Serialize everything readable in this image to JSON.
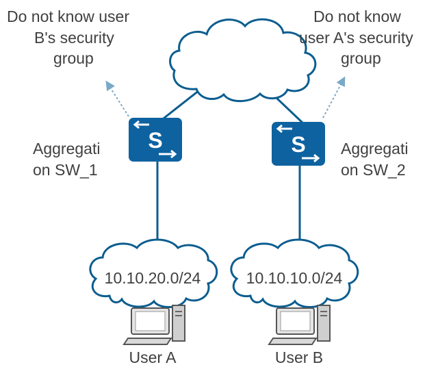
{
  "nodes": {
    "sw1": {
      "label_line1": "Aggregati",
      "label_line2": "on SW_1",
      "symbol": "S"
    },
    "sw2": {
      "label_line1": "Aggregati",
      "label_line2": "on SW_2",
      "symbol": "S"
    },
    "user_a": {
      "label": "User A",
      "subnet": "10.10.20.0/24"
    },
    "user_b": {
      "label": "User B",
      "subnet": "10.10.10.0/24"
    }
  },
  "notes": {
    "left": {
      "line1": "Do not know user",
      "line2": "B's security",
      "line3": "group"
    },
    "right": {
      "line1": "Do not know",
      "line2": "user A's security",
      "line3": "group"
    }
  },
  "colors": {
    "line": "#0b5d8f",
    "switch_fill": "#0e62a0",
    "cloud_stroke": "#0b5d8f",
    "arrow": "#7aa9c8",
    "text": "#404040"
  },
  "icons": {
    "switch": "switch-icon",
    "cloud": "cloud-icon",
    "computer": "desktop-computer-icon",
    "arrow": "arrow-up-left-icon"
  }
}
